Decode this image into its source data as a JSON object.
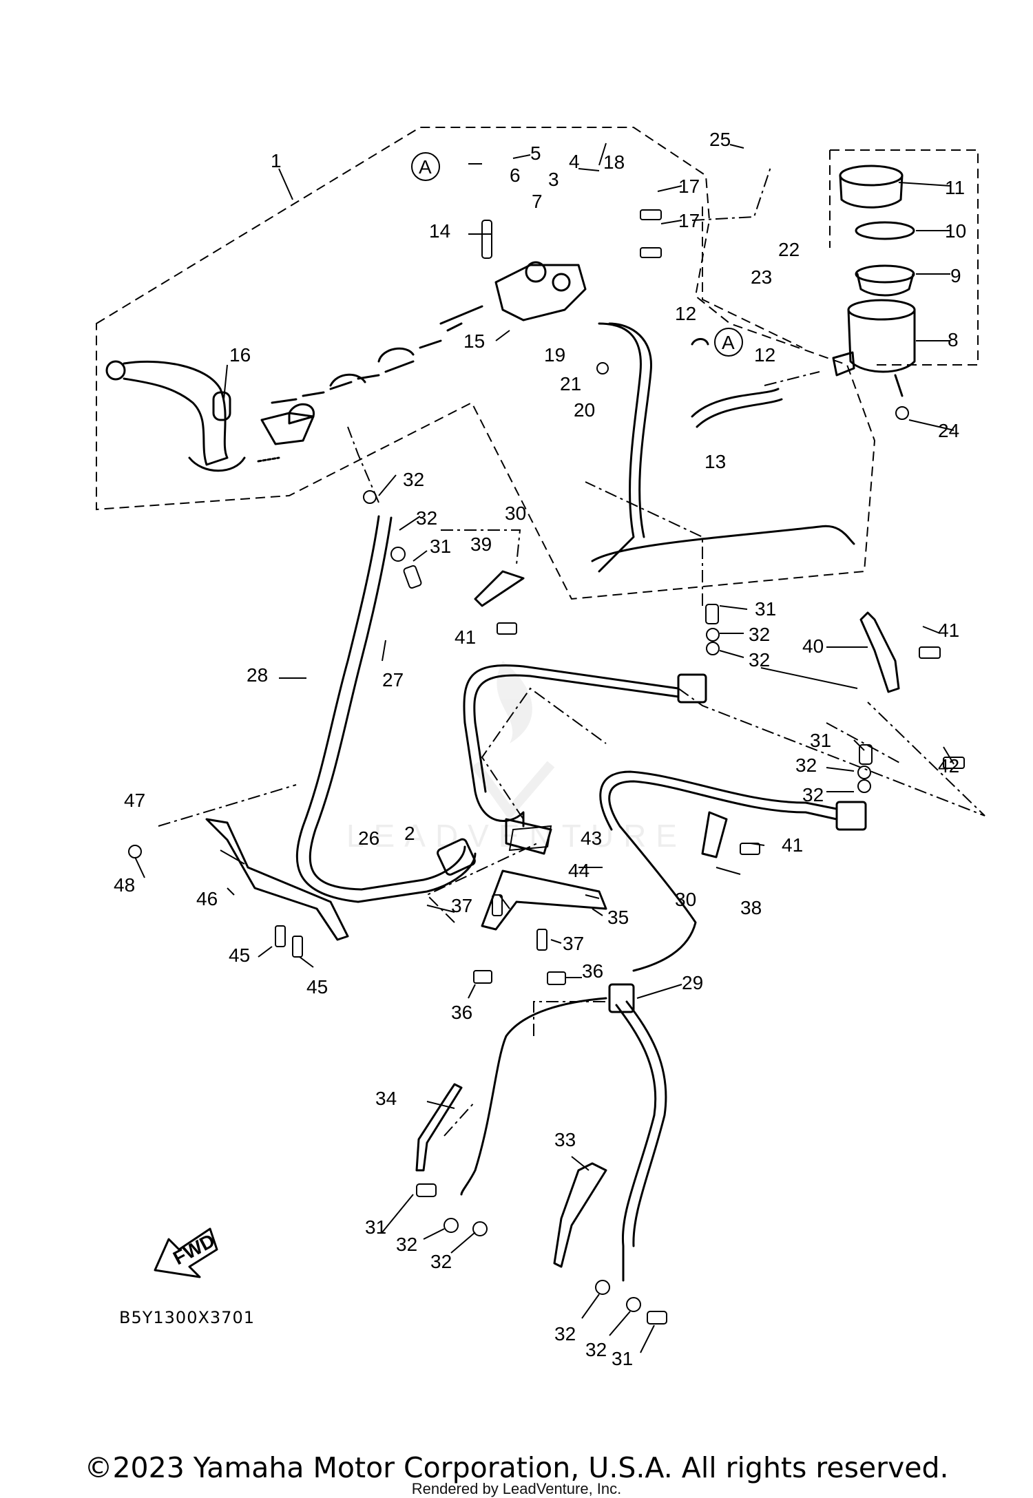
{
  "diagram_code": "B5Y1300X3701",
  "fwd_label": "FWD",
  "ref_marker": "A",
  "copyright": "©2023 Yamaha Motor Corporation, U.S.A. All rights reserved.",
  "rendered_by": "Rendered by LeadVenture, Inc.",
  "watermark": "LEADVENTURE",
  "part_callouts": [
    "1",
    "2",
    "3",
    "4",
    "5",
    "6",
    "7",
    "8",
    "9",
    "10",
    "11",
    "12",
    "12",
    "13",
    "14",
    "15",
    "16",
    "17",
    "17",
    "18",
    "19",
    "20",
    "21",
    "22",
    "23",
    "24",
    "25",
    "26",
    "27",
    "28",
    "29",
    "30",
    "30",
    "31",
    "31",
    "31",
    "31",
    "31",
    "32",
    "32",
    "32",
    "32",
    "32",
    "32",
    "32",
    "32",
    "32",
    "32",
    "33",
    "34",
    "35",
    "36",
    "36",
    "37",
    "37",
    "38",
    "39",
    "40",
    "41",
    "41",
    "41",
    "42",
    "43",
    "44",
    "45",
    "45",
    "46",
    "47",
    "48"
  ]
}
